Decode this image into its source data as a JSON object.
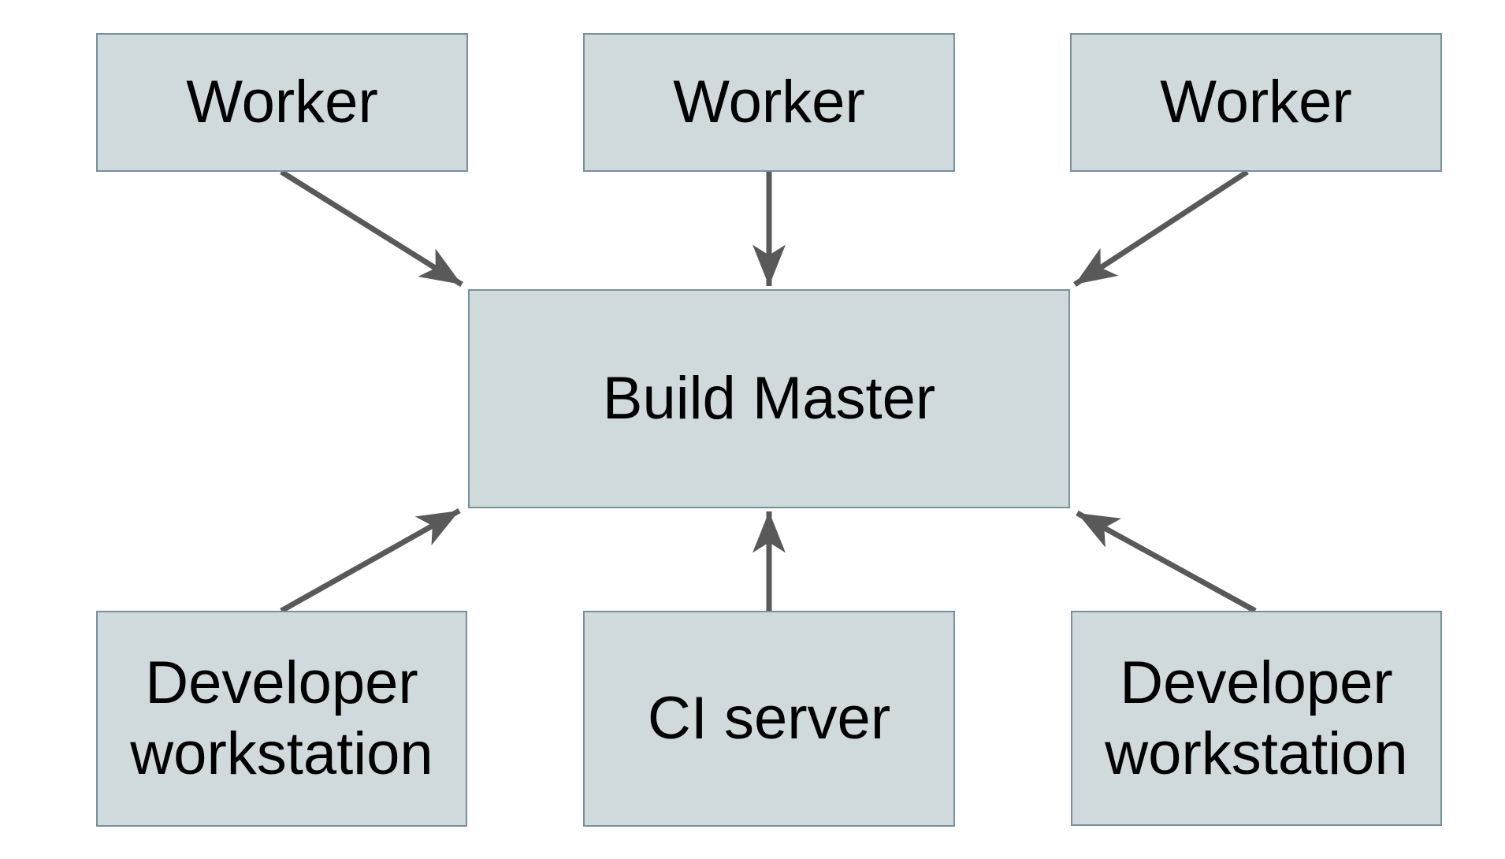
{
  "diagram": {
    "title": "",
    "background_color": "#ffffff",
    "colors": {
      "node_fill": "#d0d9db",
      "node_border": "#76909d",
      "arrow": "#595959",
      "text": "#000000"
    },
    "nodes": {
      "worker_1": {
        "label": "Worker"
      },
      "worker_2": {
        "label": "Worker"
      },
      "worker_3": {
        "label": "Worker"
      },
      "build_master": {
        "label": "Build Master"
      },
      "dev_workstation_1": {
        "label": "Developer workstation"
      },
      "ci_server": {
        "label": "CI server"
      },
      "dev_workstation_2": {
        "label": "Developer workstation"
      }
    },
    "edges": [
      {
        "from": "worker_1",
        "to": "build_master",
        "direction": "into build_master"
      },
      {
        "from": "worker_2",
        "to": "build_master",
        "direction": "into build_master"
      },
      {
        "from": "worker_3",
        "to": "build_master",
        "direction": "into build_master"
      },
      {
        "from": "dev_workstation_1",
        "to": "build_master",
        "direction": "into build_master"
      },
      {
        "from": "ci_server",
        "to": "build_master",
        "direction": "into build_master"
      },
      {
        "from": "dev_workstation_2",
        "to": "build_master",
        "direction": "into build_master"
      }
    ]
  }
}
